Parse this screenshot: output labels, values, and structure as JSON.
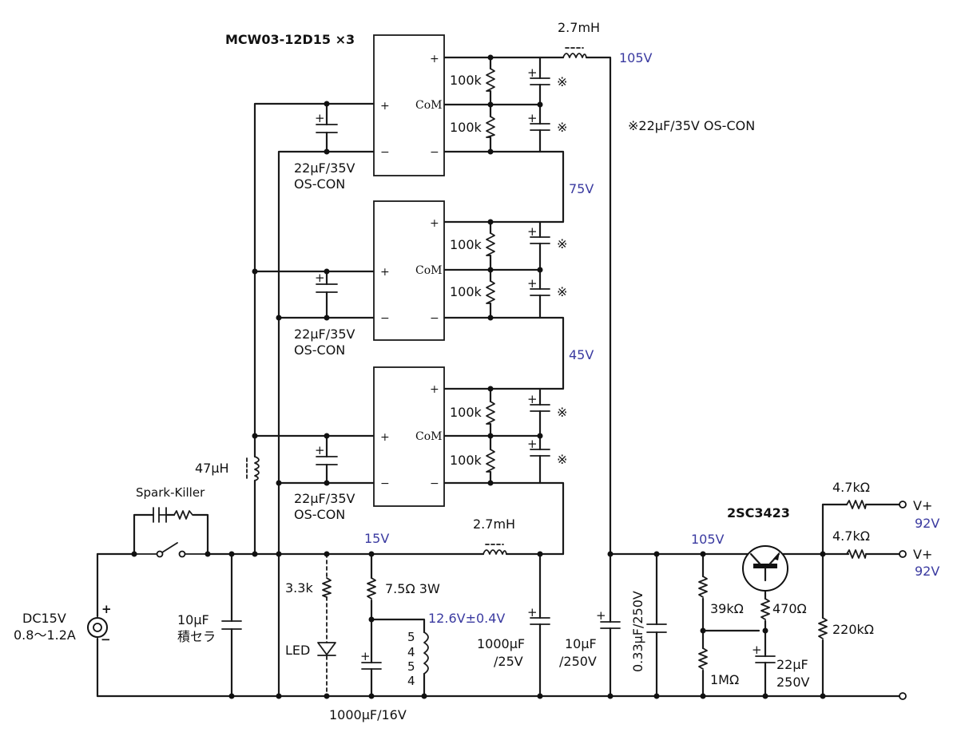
{
  "converter": "MCW03-12D15 ×3",
  "notes": {
    "capacitor_note": "※22μF/35V OS-CON",
    "mark": "※"
  },
  "module_caps": [
    "22μF/35V",
    "OS-CON"
  ],
  "resistor_100k": "100k",
  "pins": {
    "plus": "+",
    "com": "CoM",
    "minus": "−"
  },
  "inductors": {
    "top": "2.7mH",
    "bottom": "2.7mH",
    "input": "47μH"
  },
  "voltages": {
    "top": "105V",
    "mid1": "75V",
    "mid2": "45V",
    "input": "15V",
    "output": "105V",
    "out1": "92V",
    "out2": "92V",
    "led_ref": "12.6V±0.4V"
  },
  "input": {
    "supply": "DC15V",
    "current": "0.8〜1.2A",
    "spark_killer": "Spark-Killer",
    "cap": "10μF",
    "cap_type": "積セラ"
  },
  "led_branch": {
    "resistor": "3.3k",
    "led": "LED"
  },
  "ref_branch": {
    "resistor": "7.5Ω 3W",
    "cap": "1000μF/16V",
    "pins": [
      "5",
      "4",
      "5",
      "4"
    ]
  },
  "caps": {
    "c1000": "1000μF",
    "c1000_v": "/25V",
    "c10": "10μF",
    "c10_v": "/250V",
    "c033": "0.33μF/250V"
  },
  "transistor": {
    "name": "2SC3423",
    "r39k": "39kΩ",
    "r1m": "1MΩ",
    "r470": "470Ω",
    "c22": "22μF",
    "c22_v": "250V",
    "r220k": "220kΩ"
  },
  "outputs": {
    "r1": "4.7kΩ",
    "r2": "4.7kΩ",
    "label": "V+"
  }
}
